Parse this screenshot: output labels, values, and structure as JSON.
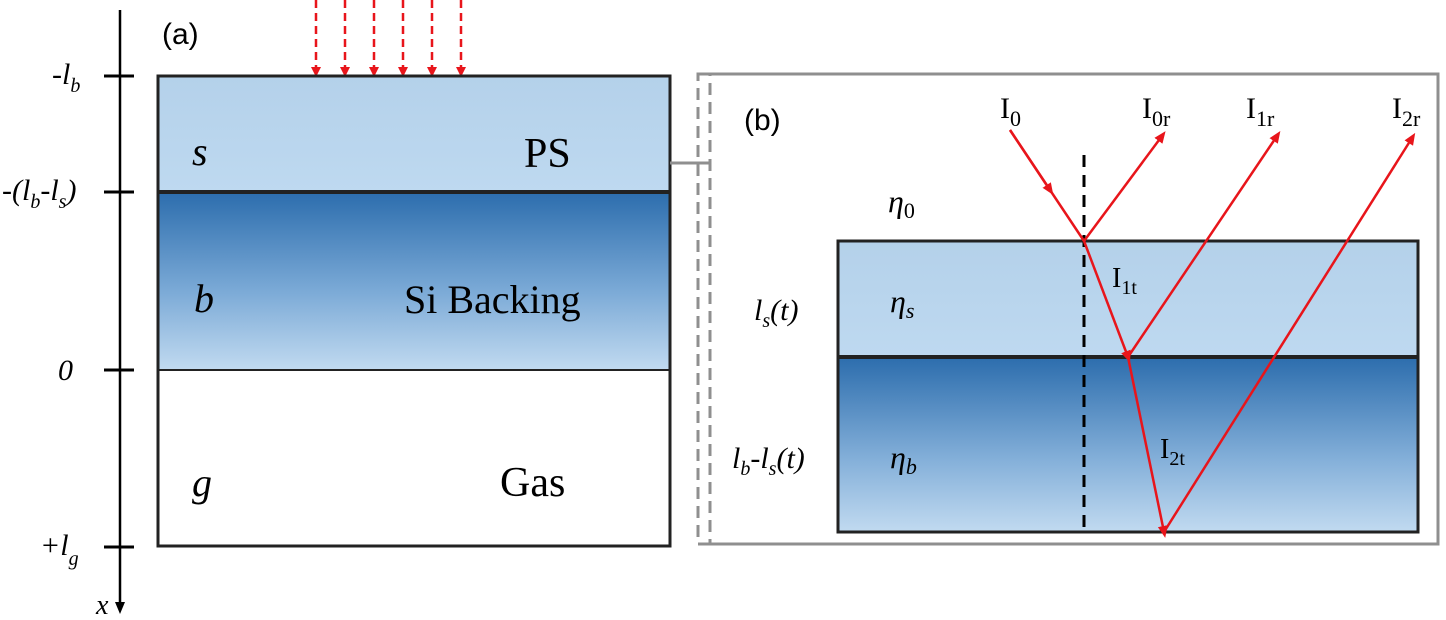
{
  "panel_a": {
    "label": "(a)",
    "axis": {
      "label": "x",
      "ticks": [
        {
          "text": "-l",
          "sub": "b"
        },
        {
          "text": "-(l",
          "sub": "b",
          "mid": "-l",
          "sub2": "s",
          "end": ")"
        },
        {
          "text": "0"
        },
        {
          "text": "+l",
          "sub": "g"
        }
      ]
    },
    "layers": [
      {
        "symbol": "s",
        "name": "PS"
      },
      {
        "symbol": "b",
        "name": "Si Backing"
      },
      {
        "symbol": "g",
        "name": "Gas"
      }
    ],
    "incident_arrow_count": 6
  },
  "panel_b": {
    "label": "(b)",
    "beams": {
      "I0": {
        "text": "I",
        "sub": "0"
      },
      "I0r": {
        "text": "I",
        "sub": "0r"
      },
      "I1r": {
        "text": "I",
        "sub": "1r"
      },
      "I2r": {
        "text": "I",
        "sub": "2r"
      },
      "I1t": {
        "text": "I",
        "sub": "1t"
      },
      "I2t": {
        "text": "I",
        "sub": "2t"
      }
    },
    "media": {
      "eta0": {
        "text": "η",
        "sub": "0"
      },
      "etas": {
        "text": "η",
        "sub": "s"
      },
      "etab": {
        "text": "η",
        "sub": "b"
      }
    },
    "thickness": {
      "ls": {
        "pre": "l",
        "sub": "s",
        "post": "(t)"
      },
      "lb_ls": {
        "pre": "l",
        "sub": "b",
        "mid": "-l",
        "sub2": "s",
        "post": "(t)"
      }
    }
  },
  "colors": {
    "arrow_red": "#e8151b",
    "layer_light": "#b9d5ec",
    "layer_dark_top": "#2f6fae",
    "layer_dark_bottom": "#bdd7ee",
    "outline": "#222222",
    "dashed_box": "#8f8f8f"
  }
}
